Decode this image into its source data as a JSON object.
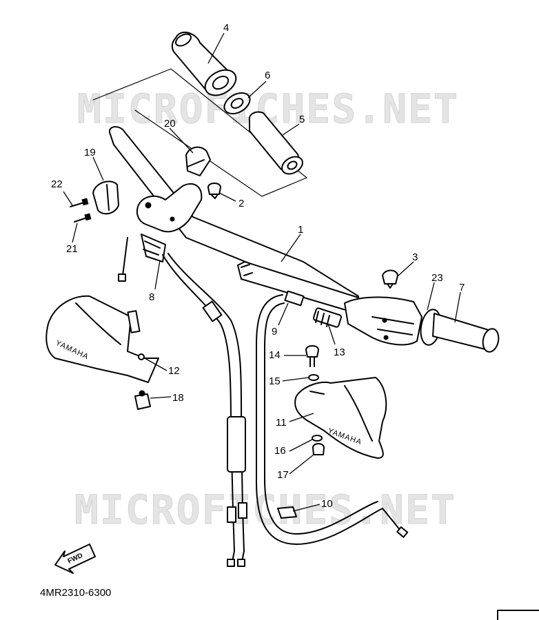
{
  "watermark": {
    "text_top": "MICROFICHES.NET",
    "text_bottom": "MICROFICHES.NET"
  },
  "part_labels": [
    "1",
    "2",
    "3",
    "4",
    "5",
    "6",
    "7",
    "8",
    "9",
    "10",
    "11",
    "12",
    "13",
    "14",
    "15",
    "16",
    "17",
    "18",
    "19",
    "20",
    "21",
    "22",
    "23"
  ],
  "brand_marks": {
    "left_guard": "YAMAHA",
    "right_guard": "YAMAHA"
  },
  "fwd_label": "FWD",
  "drawing_code": "4MR2310-6300",
  "colors": {
    "line": "#000000",
    "background": "#ffffff",
    "watermark": "#e4e4e4"
  }
}
